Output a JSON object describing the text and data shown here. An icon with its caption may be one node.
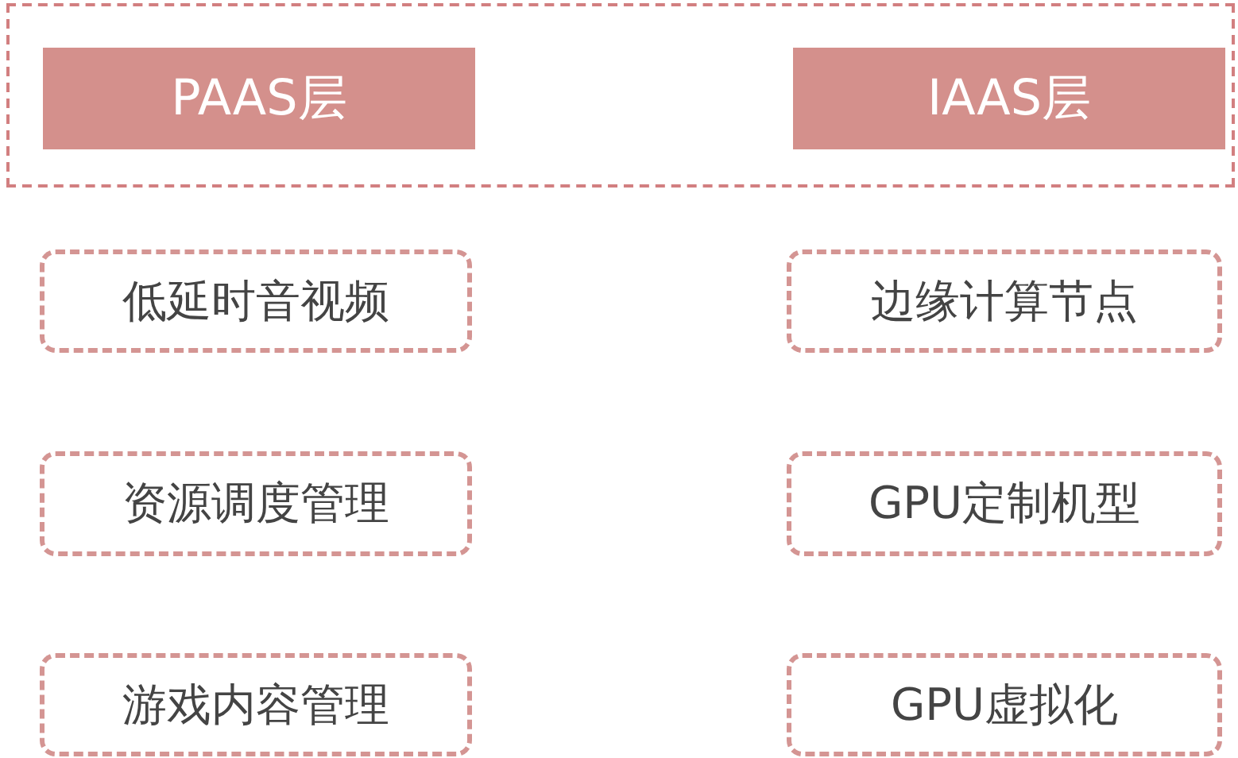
{
  "diagram": {
    "nodes": [
      {
        "text": [],
        "shape": "box"
      },
      {
        "text": [
          "PAAS层"
        ],
        "in": 0
      },
      {
        "text": [
          "IAAS层"
        ],
        "in": 0
      },
      {
        "text": [
          "低延时音视频"
        ]
      },
      {
        "text": [
          "边缘计算节点"
        ]
      },
      {
        "text": [
          "资源调度管理"
        ]
      },
      {
        "text": [
          "GPU定制机型"
        ]
      },
      {
        "text": [
          "游戏内容管理"
        ]
      },
      {
        "text": [
          "GPU虚拟化"
        ]
      }
    ]
  }
}
